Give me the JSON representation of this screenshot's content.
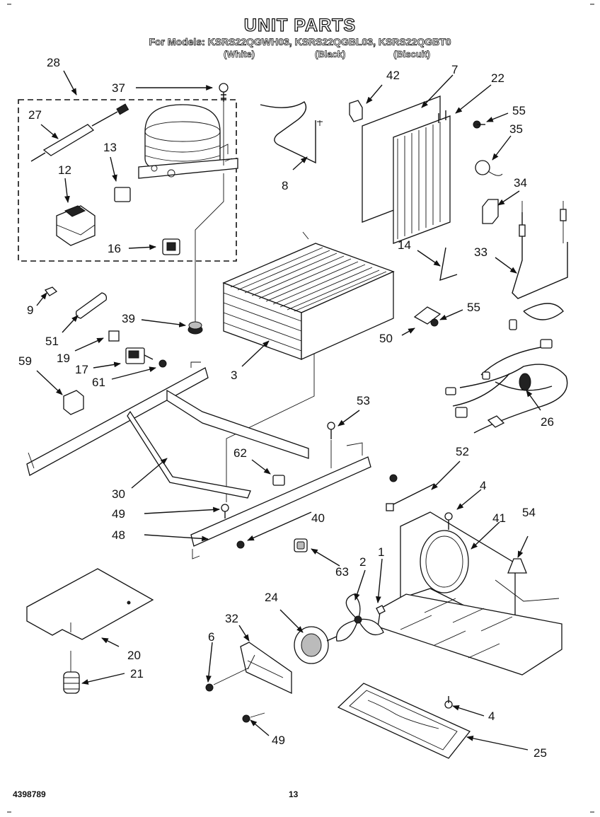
{
  "header": {
    "title": "UNIT PARTS",
    "models_line": "For Models: KSRS22QGWH03, KSRS22QGBL03, KSRS22QGBT0",
    "variants": [
      "(White)",
      "(Black)",
      "(Biscuit)"
    ]
  },
  "footer": {
    "doc_number": "4398789",
    "page_number": "13"
  },
  "callouts": {
    "c28": "28",
    "c37": "37",
    "c27": "27",
    "c13": "13",
    "c12": "12",
    "c16": "16",
    "c8": "8",
    "c42": "42",
    "c7": "7",
    "c22": "22",
    "c55a": "55",
    "c35": "35",
    "c34": "34",
    "c14": "14",
    "c33": "33",
    "c9": "9",
    "c51": "51",
    "c39": "39",
    "c19": "19",
    "c17": "17",
    "c61": "61",
    "c59": "59",
    "c3": "3",
    "c50": "50",
    "c55b": "55",
    "c53": "53",
    "c26": "26",
    "c62": "62",
    "c52": "52",
    "c30": "30",
    "c49a": "49",
    "c40": "40",
    "c48": "48",
    "c4a": "4",
    "c41": "41",
    "c54": "54",
    "c63": "63",
    "c2": "2",
    "c1": "1",
    "c24": "24",
    "c32": "32",
    "c6": "6",
    "c20": "20",
    "c21": "21",
    "c4b": "4",
    "c49b": "49",
    "c25": "25"
  }
}
